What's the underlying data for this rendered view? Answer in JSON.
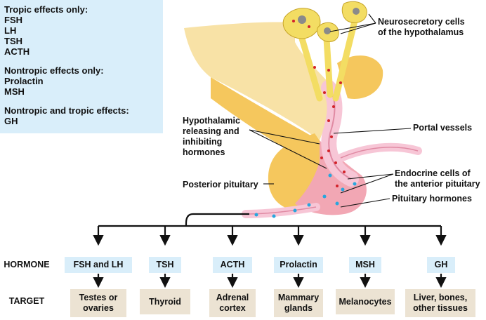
{
  "info_box": {
    "tropic_heading": "Tropic effects only:",
    "tropic_items": [
      "FSH",
      "LH",
      "TSH",
      "ACTH"
    ],
    "nontropic_heading": "Nontropic effects only:",
    "nontropic_items": [
      "Prolactin",
      "MSH"
    ],
    "both_heading": "Nontropic and tropic effects:",
    "both_items": [
      "GH"
    ]
  },
  "labels": {
    "neurosecretory_l1": "Neurosecretory cells",
    "neurosecretory_l2": "of the hypothalamus",
    "releasing_l1": "Hypothalamic",
    "releasing_l2": "releasing and",
    "releasing_l3": "inhibiting",
    "releasing_l4": "hormones",
    "portal": "Portal vessels",
    "endocrine_l1": "Endocrine cells of",
    "endocrine_l2": "the anterior pituitary",
    "posterior": "Posterior pituitary",
    "pituitary_hormones": "Pituitary hormones"
  },
  "rows": {
    "hormone_label": "HORMONE",
    "target_label": "TARGET"
  },
  "hormones": [
    "FSH and LH",
    "TSH",
    "ACTH",
    "Prolactin",
    "MSH",
    "GH"
  ],
  "targets": [
    "Testes or\novaries",
    "Thyroid",
    "Adrenal\ncortex",
    "Mammary\nglands",
    "Melanocytes",
    "Liver, bones,\nother tissues"
  ],
  "colors": {
    "info_bg": "#d9eefa",
    "target_bg": "#ece3d3",
    "tissue": "#f5c75d",
    "vessel": "#f7c6d6",
    "neuron": "#f3dd63",
    "red_dot": "#d3232a",
    "blue_dot": "#29a6dd"
  }
}
